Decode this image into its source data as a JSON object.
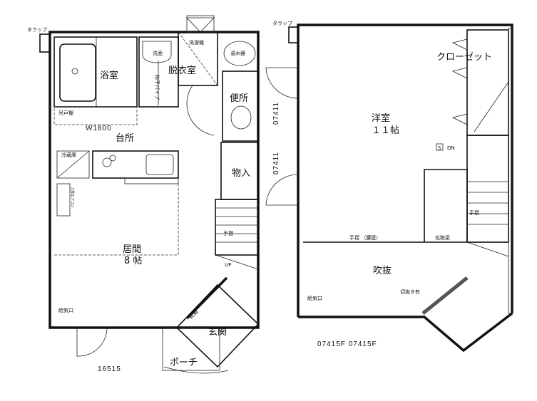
{
  "ground_floor": {
    "labels": {
      "ladder": "タラップ",
      "bathroom": "浴室",
      "washbasin": "洗面",
      "washing_machine": "洗濯機",
      "water_heater": "温水器",
      "dressing_room": "脱衣室",
      "toilet": "便所",
      "drying_pipe": "物干パイプ",
      "hanging_cabinet": "吊戸棚",
      "width": "W1800",
      "kitchen": "台所",
      "fridge": "冷蔵庫",
      "storage": "物入",
      "aircon": "上部エアコン",
      "living_room": "居間",
      "living_size": "8 帖",
      "handrail": "手摺",
      "up": "UP",
      "air_inlet": "給気口",
      "shoe_box": "靴箱",
      "entrance": "玄関",
      "porch": "ポーチ",
      "code": "16515"
    }
  },
  "upper_floor": {
    "labels": {
      "ladder": "タラップ",
      "closet": "クローゼット",
      "western_room": "洋室",
      "western_size": "１１帖",
      "code_left_1": "07411",
      "code_left_2": "07411",
      "dn": "DN",
      "s_mark": "S",
      "handrail": "手摺",
      "handrail_wall": "手摺 （腰壁）",
      "beam": "化粧梁",
      "atrium": "吹抜",
      "cutout": "切抜き有",
      "air_inlet": "給気口",
      "code_bottom": "07415F 07415F"
    }
  }
}
